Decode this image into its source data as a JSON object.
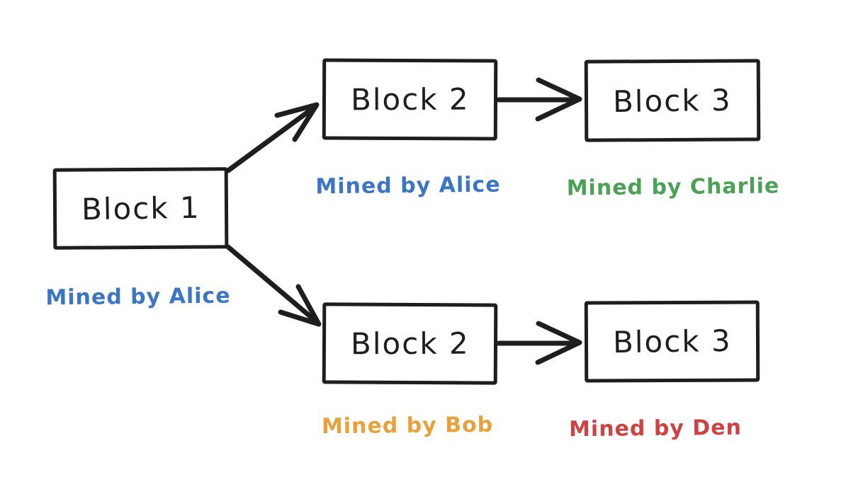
{
  "diagram": {
    "type": "blockchain-fork",
    "background": "#ffffff",
    "stroke_color": "#1e1e1e",
    "blocks": [
      {
        "id": "block-1",
        "label": "Block 1"
      },
      {
        "id": "block-2-top",
        "label": "Block 2"
      },
      {
        "id": "block-3-top",
        "label": "Block 3"
      },
      {
        "id": "block-2-bottom",
        "label": "Block 2"
      },
      {
        "id": "block-3-bottom",
        "label": "Block 3"
      }
    ],
    "miner_labels": [
      {
        "for": "block-1",
        "text": "Mined by Alice",
        "color": "#3b76c4"
      },
      {
        "for": "block-2-top",
        "text": "Mined by Alice",
        "color": "#3b76c4"
      },
      {
        "for": "block-3-top",
        "text": "Mined by Charlie",
        "color": "#4ba257"
      },
      {
        "for": "block-2-bottom",
        "text": "Mined by Bob",
        "color": "#e9a23b"
      },
      {
        "for": "block-3-bottom",
        "text": "Mined by Den",
        "color": "#cf4242"
      }
    ],
    "edges": [
      {
        "from": "block-1",
        "to": "block-2-top"
      },
      {
        "from": "block-1",
        "to": "block-2-bottom"
      },
      {
        "from": "block-2-top",
        "to": "block-3-top"
      },
      {
        "from": "block-2-bottom",
        "to": "block-3-bottom"
      }
    ]
  }
}
